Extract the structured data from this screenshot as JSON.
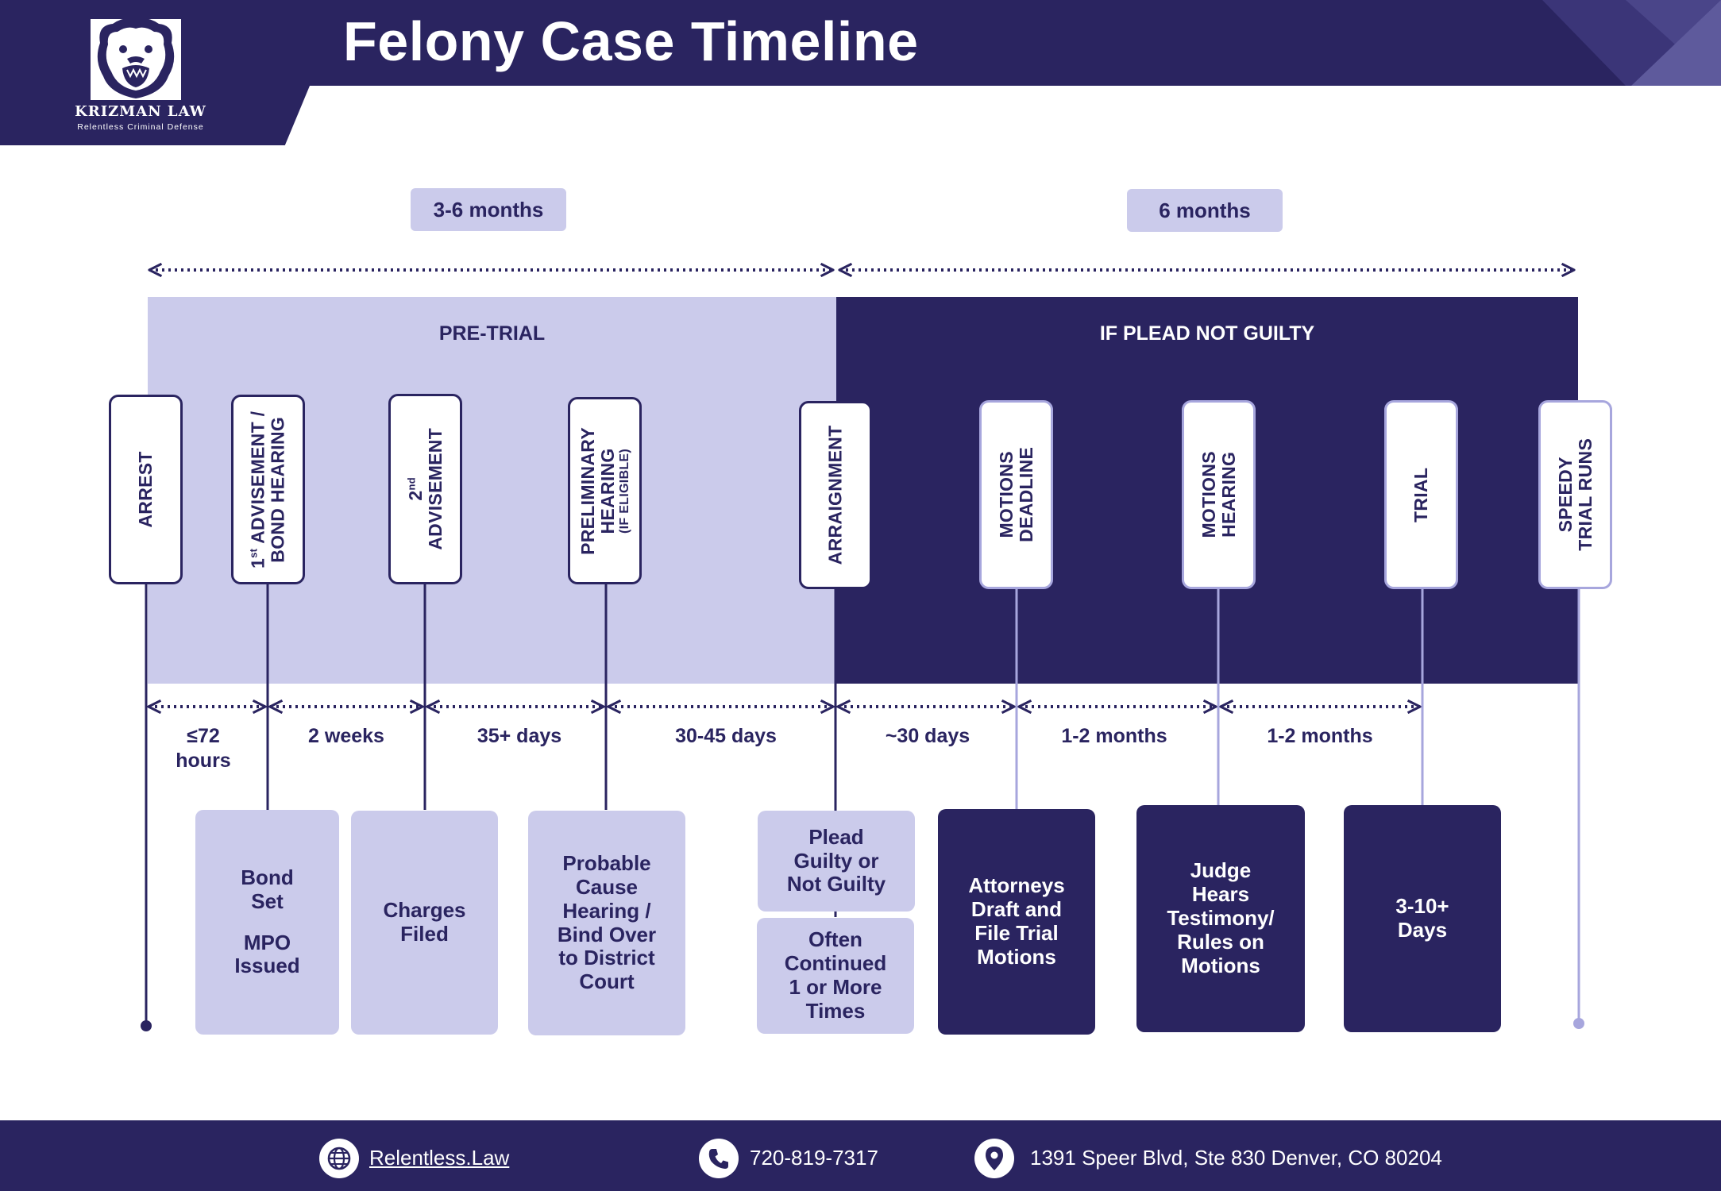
{
  "brand": {
    "name": "KRIZMAN LAW",
    "tagline": "Relentless Criminal Defense"
  },
  "title": "Felony Case Timeline",
  "durations": {
    "pre_trial": "3-6 months",
    "not_guilty": "6 months"
  },
  "phases": {
    "pre_trial": "PRE-TRIAL",
    "not_guilty": "IF PLEAD NOT GUILTY"
  },
  "stages": {
    "arrest": "ARREST",
    "advisement1_num": "1",
    "advisement1_sup": "st",
    "advisement1_rest": " ADVISEMENT /",
    "advisement1_line2": "BOND HEARING",
    "advisement2_num": "2",
    "advisement2_sup": "nd",
    "advisement2_line2": "ADVISEMENT",
    "prelim_line1": "PRELIMINARY",
    "prelim_line2": "HEARING",
    "prelim_line3": "(IF ELIGIBLE)",
    "arraignment": "ARRAIGNMENT",
    "motions_deadline_line1": "MOTIONS",
    "motions_deadline_line2": "DEADLINE",
    "motions_hearing_line1": "MOTIONS",
    "motions_hearing_line2": "HEARING",
    "trial": "TRIAL",
    "speedy_line1": "SPEEDY",
    "speedy_line2": "TRIAL RUNS"
  },
  "intervals": {
    "i1_line1": "≤72",
    "i1_line2": "hours",
    "i2": "2 weeks",
    "i3": "35+ days",
    "i4": "30-45 days",
    "i5": "~30 days",
    "i6": "1-2 months",
    "i7": "1-2 months"
  },
  "outcomes": {
    "bond": {
      "l1": "Bond",
      "l2": "Set",
      "l3": "MPO",
      "l4": "Issued"
    },
    "charges": {
      "l1": "Charges",
      "l2": "Filed"
    },
    "probable": {
      "l1": "Probable",
      "l2": "Cause",
      "l3": "Hearing /",
      "l4": "Bind Over",
      "l5": "to District",
      "l6": "Court"
    },
    "plead": {
      "l1": "Plead",
      "l2": "Guilty or",
      "l3": "Not Guilty"
    },
    "continued": {
      "l1": "Often",
      "l2": "Continued",
      "l3": "1 or More",
      "l4": "Times"
    },
    "attorneys": {
      "l1": "Attorneys",
      "l2": "Draft and",
      "l3": "File Trial",
      "l4": "Motions"
    },
    "judge": {
      "l1": "Judge",
      "l2": "Hears",
      "l3": "Testimony/",
      "l4": "Rules on",
      "l5": "Motions"
    },
    "days": {
      "l1": "3-10+",
      "l2": "Days"
    }
  },
  "footer": {
    "website": "Relentless.Law",
    "phone": "720-819-7317",
    "address": "1391 Speer Blvd, Ste 830 Denver, CO 80204"
  },
  "icons": {
    "website": "globe-icon",
    "phone": "phone-icon",
    "address": "location-pin-icon",
    "logo": "bear-icon"
  },
  "colors": {
    "dark": "#2a2460",
    "light": "#cbcbeb",
    "accent": "#a7a6dd",
    "white": "#ffffff"
  }
}
